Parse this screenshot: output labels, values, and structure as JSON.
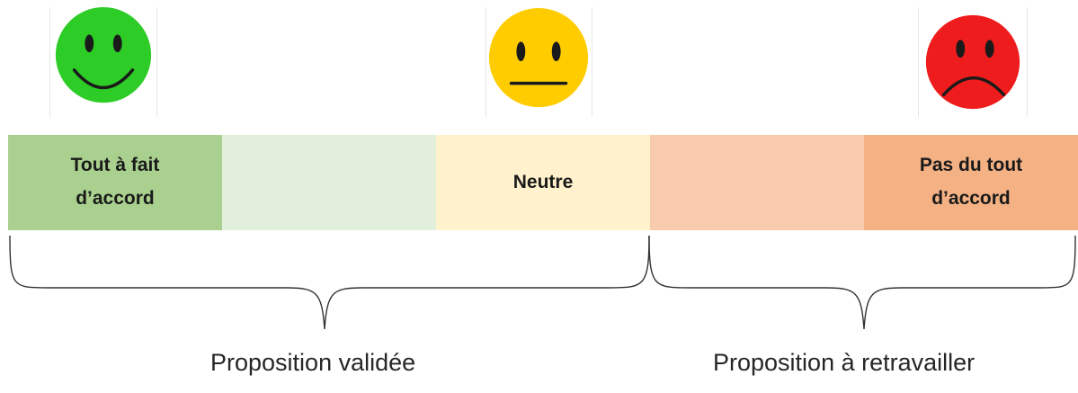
{
  "faces": [
    {
      "mood": "happy",
      "icon": "happy-face-icon",
      "color": "#2ecc27",
      "eye_color": "#1a1a1a"
    },
    {
      "mood": "neutral",
      "icon": "neutral-face-icon",
      "color": "#ffcc00",
      "eye_color": "#1a1a1a"
    },
    {
      "mood": "sad",
      "icon": "sad-face-icon",
      "color": "#ee1c1c",
      "eye_color": "#1a1a1a"
    }
  ],
  "scale": {
    "cells": [
      {
        "label": "Tout à fait\nd’accord",
        "color": "#a9d08e"
      },
      {
        "label": "",
        "color": "#e2efda"
      },
      {
        "label": "Neutre",
        "color": "#fff2cc"
      },
      {
        "label": "",
        "color": "#f8cbad"
      },
      {
        "label": "Pas du tout\nd’accord",
        "color": "#f4b183"
      }
    ]
  },
  "groups": [
    {
      "label": "Proposition validée"
    },
    {
      "label": "Proposition à retravailler"
    }
  ],
  "brace_color": "#333333"
}
